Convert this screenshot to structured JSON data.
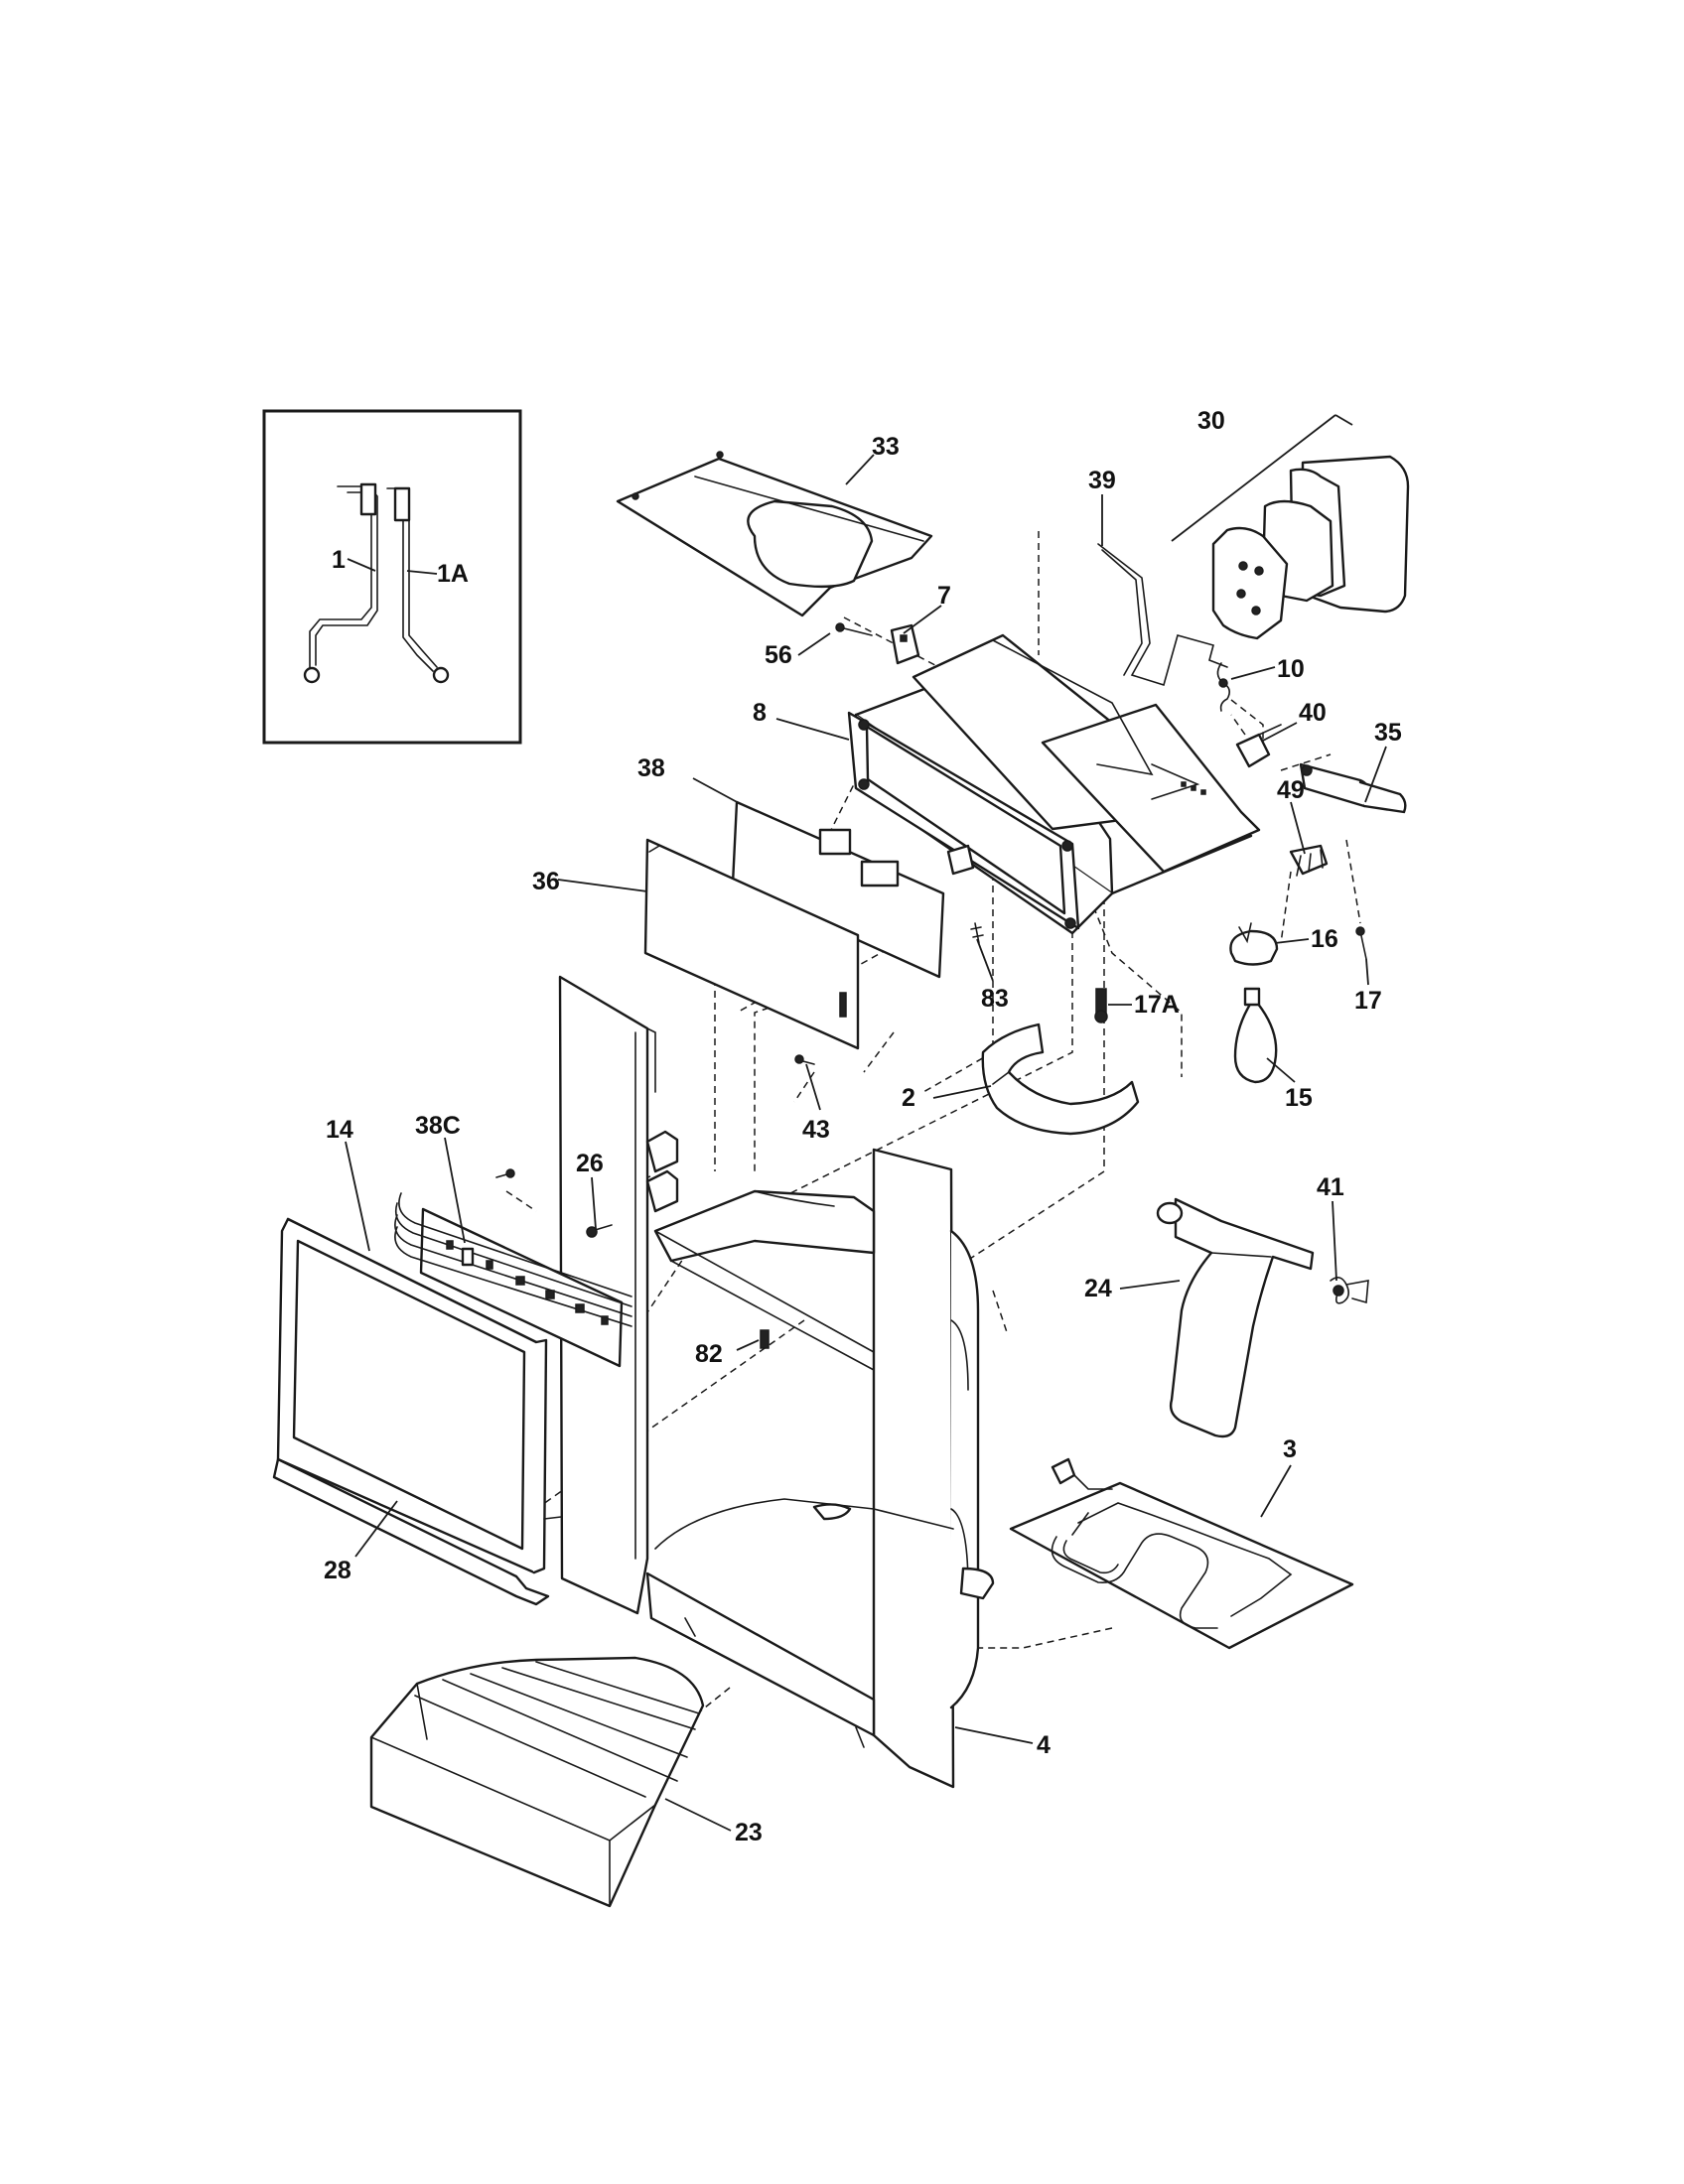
{
  "diagram": {
    "inset_labels": [
      "1",
      "1A"
    ],
    "callouts": {
      "p33": "33",
      "p30": "30",
      "p39": "39",
      "p7": "7",
      "p56": "56",
      "p10": "10",
      "p8": "8",
      "p40": "40",
      "p35": "35",
      "p38": "38",
      "p49": "49",
      "p36": "36",
      "p16": "16",
      "p17": "17",
      "p17a": "17A",
      "p83": "83",
      "p15": "15",
      "p2": "2",
      "p43": "43",
      "p14": "14",
      "p38c": "38C",
      "p26": "26",
      "p41": "41",
      "p24": "24",
      "p82": "82",
      "p3": "3",
      "p28": "28",
      "p4": "4",
      "p23": "23"
    }
  }
}
